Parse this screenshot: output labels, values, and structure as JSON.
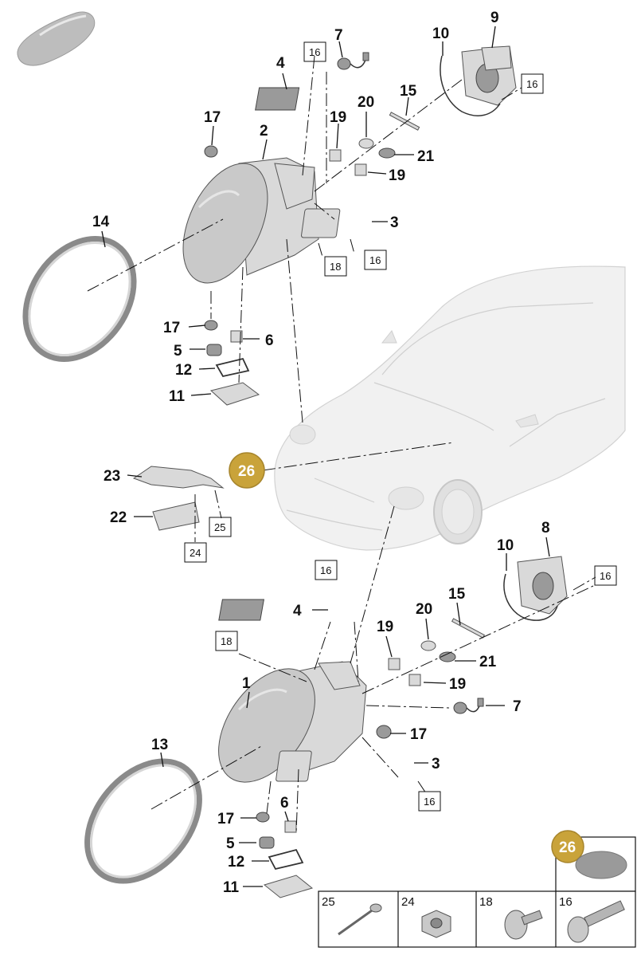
{
  "diagram": {
    "callouts": {
      "c1": "1",
      "c2": "2",
      "c3a": "3",
      "c3b": "3",
      "c4a": "4",
      "c4b": "4",
      "c5a": "5",
      "c5b": "5",
      "c6a": "6",
      "c6b": "6",
      "c7a": "7",
      "c7b": "7",
      "c8": "8",
      "c9": "9",
      "c10a": "10",
      "c10b": "10",
      "c11a": "11",
      "c11b": "11",
      "c12a": "12",
      "c12b": "12",
      "c13": "13",
      "c14": "14",
      "c15a": "15",
      "c15b": "15",
      "c17a": "17",
      "c17b": "17",
      "c17c": "17",
      "c17d": "17",
      "c19a": "19",
      "c19b": "19",
      "c19c": "19",
      "c19d": "19",
      "c20a": "20",
      "c20b": "20",
      "c21a": "21",
      "c21b": "21",
      "c22": "22",
      "c23": "23"
    },
    "boxed_refs": {
      "b16a": "16",
      "b16b": "16",
      "b16c": "16",
      "b16d": "16",
      "b16e": "16",
      "b16f": "16",
      "b18a": "18",
      "b18b": "18",
      "b24": "24",
      "b25": "25"
    },
    "badges": {
      "main": "26",
      "legend": "26"
    },
    "legend": {
      "cell1": "25",
      "cell2": "24",
      "cell3": "18",
      "cell4": "16"
    }
  }
}
